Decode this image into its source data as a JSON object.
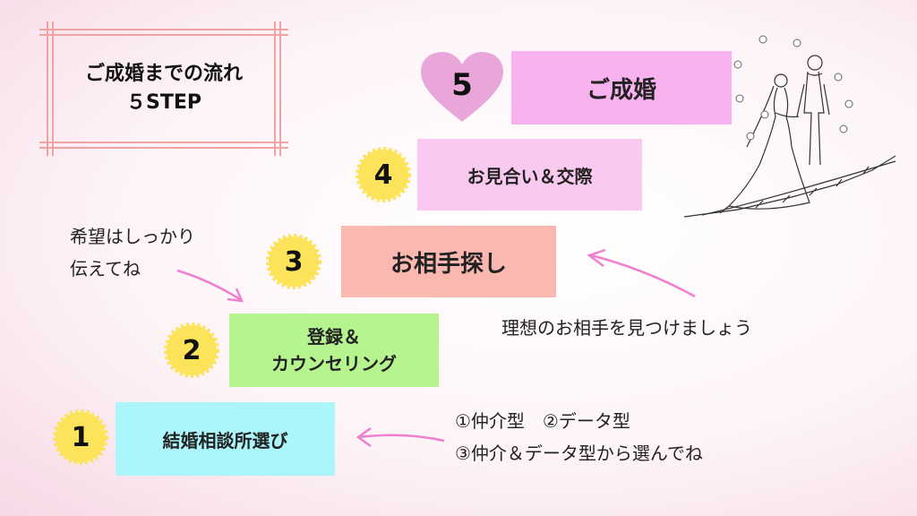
{
  "title": {
    "line1": "ご成婚までの流れ",
    "line2": "５STEP"
  },
  "steps": [
    {
      "number": "1",
      "label": "結婚相談所選び",
      "color": "#aaf6fb"
    },
    {
      "number": "2",
      "label_line1": "登録＆",
      "label_line2": "カウンセリング",
      "color": "#b6f48f"
    },
    {
      "number": "3",
      "label": "お相手探し",
      "color": "#fbb8b0"
    },
    {
      "number": "4",
      "label": "お見合い＆交際",
      "color": "#fac9ef"
    },
    {
      "number": "5",
      "label": "ご成婚",
      "color": "#f8b2ef"
    }
  ],
  "notes": {
    "hope_line1": "希望はしっかり",
    "hope_line2": "伝えてね",
    "find_partner": "理想のお相手を見つけましょう",
    "types_line1": "①仲介型　②データ型",
    "types_line2": "③仲介＆データ型から選んでね"
  },
  "colors": {
    "badge_yellow": "#fde35a",
    "heart": "#e8a6d9",
    "arrow_pink": "#ef7fcf",
    "frame_pink": "#f0a3a3"
  }
}
